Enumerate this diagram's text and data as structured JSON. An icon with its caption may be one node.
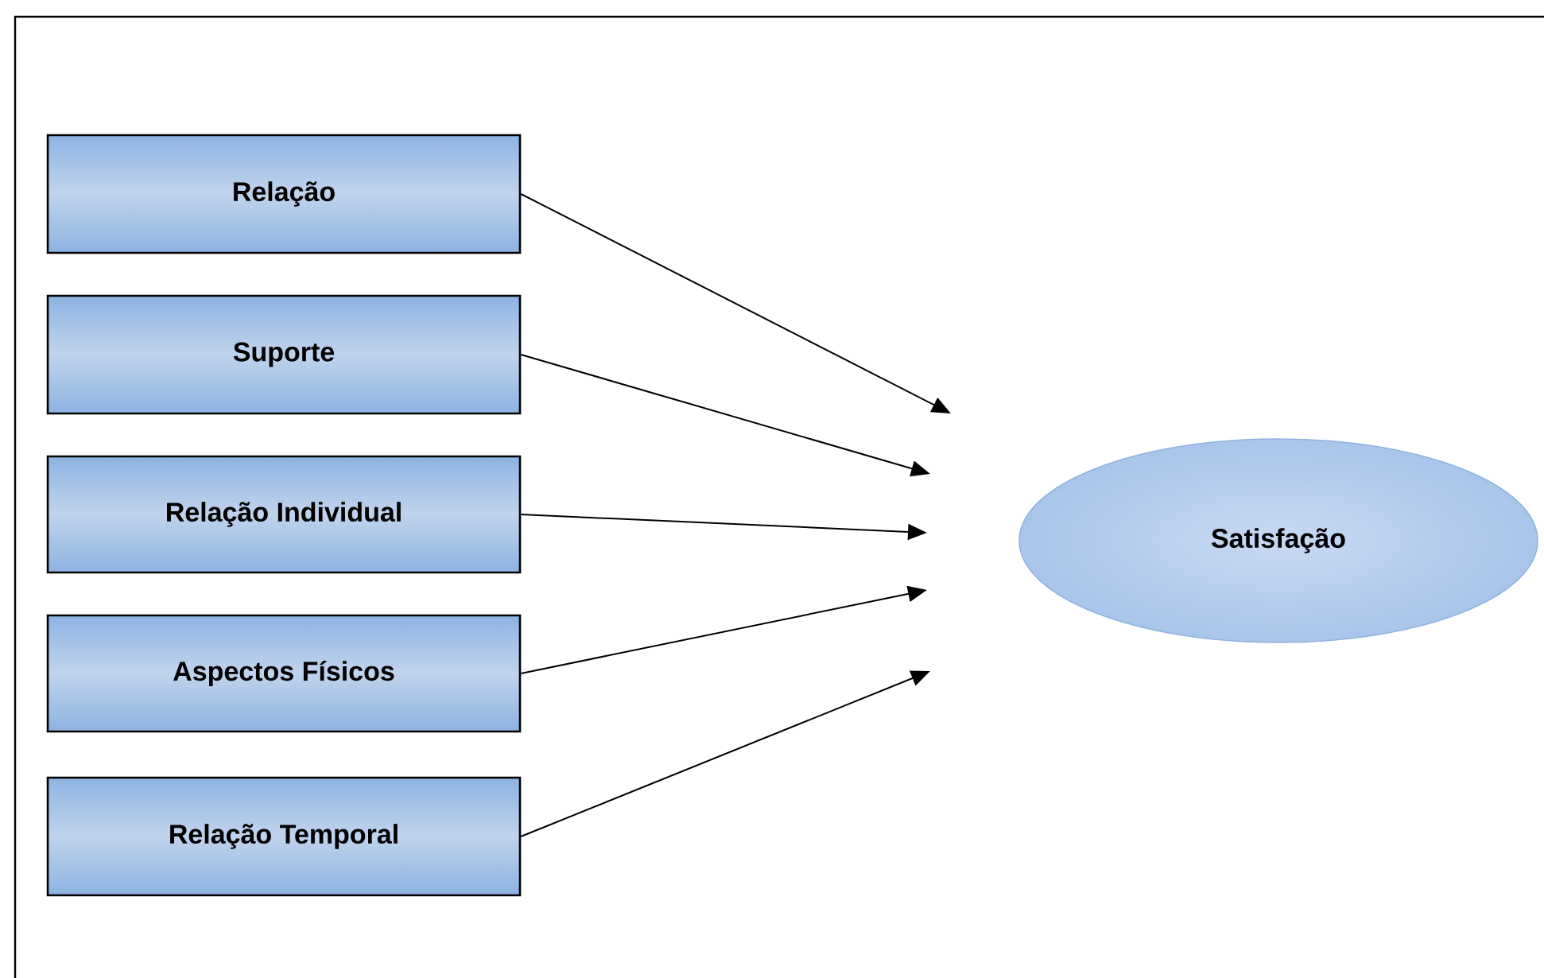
{
  "diagram": {
    "nodes": [
      {
        "text": [
          "Relação"
        ]
      },
      {
        "text": [
          "Suporte"
        ]
      },
      {
        "text": [
          "Relação Individual"
        ]
      },
      {
        "text": [
          "Aspectos Físicos"
        ]
      },
      {
        "text": [
          "Relação Temporal"
        ]
      },
      {
        "text": [
          "Satisfação"
        ]
      }
    ],
    "edges": [
      {
        "from": 0,
        "to": null,
        "arrow": "to"
      },
      {
        "from": 1,
        "to": null,
        "arrow": "to"
      },
      {
        "from": 2,
        "to": null,
        "arrow": "to"
      },
      {
        "from": 3,
        "to": null,
        "arrow": "to"
      },
      {
        "from": 4,
        "to": null,
        "arrow": "to"
      }
    ]
  }
}
